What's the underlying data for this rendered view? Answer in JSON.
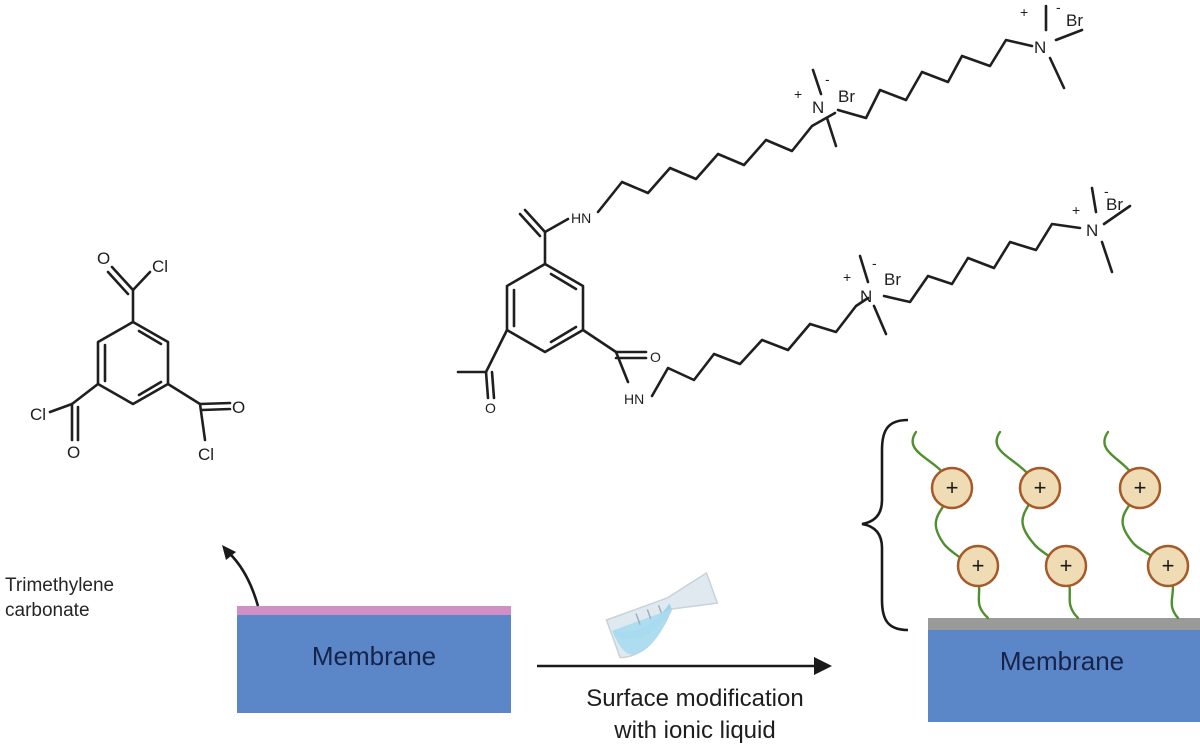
{
  "trimesoyl": {
    "atoms": {
      "O": "O",
      "Cl": "Cl"
    }
  },
  "ionic_liquid": {
    "labels": {
      "HN": "HN",
      "N": "N",
      "Br": "Br",
      "plus": "+",
      "minus": "-",
      "O": "O"
    }
  },
  "left_membrane": {
    "label": "Membrane"
  },
  "right_membrane": {
    "label": "Membrane"
  },
  "tmc_label": {
    "line1": "Trimethylene",
    "line2": "carbonate"
  },
  "arrow_caption": {
    "line1": "Surface modification",
    "line2": "with ionic liquid"
  },
  "bead_symbol": "+",
  "colors": {
    "membrane_blue": "#5b87c9",
    "coating_pink": "#d08fc5",
    "modified_layer_gray": "#9a9a9a",
    "chain_green": "#4e8f2e",
    "bead_fill": "#efdcb4",
    "bead_stroke": "#a55a2a"
  }
}
